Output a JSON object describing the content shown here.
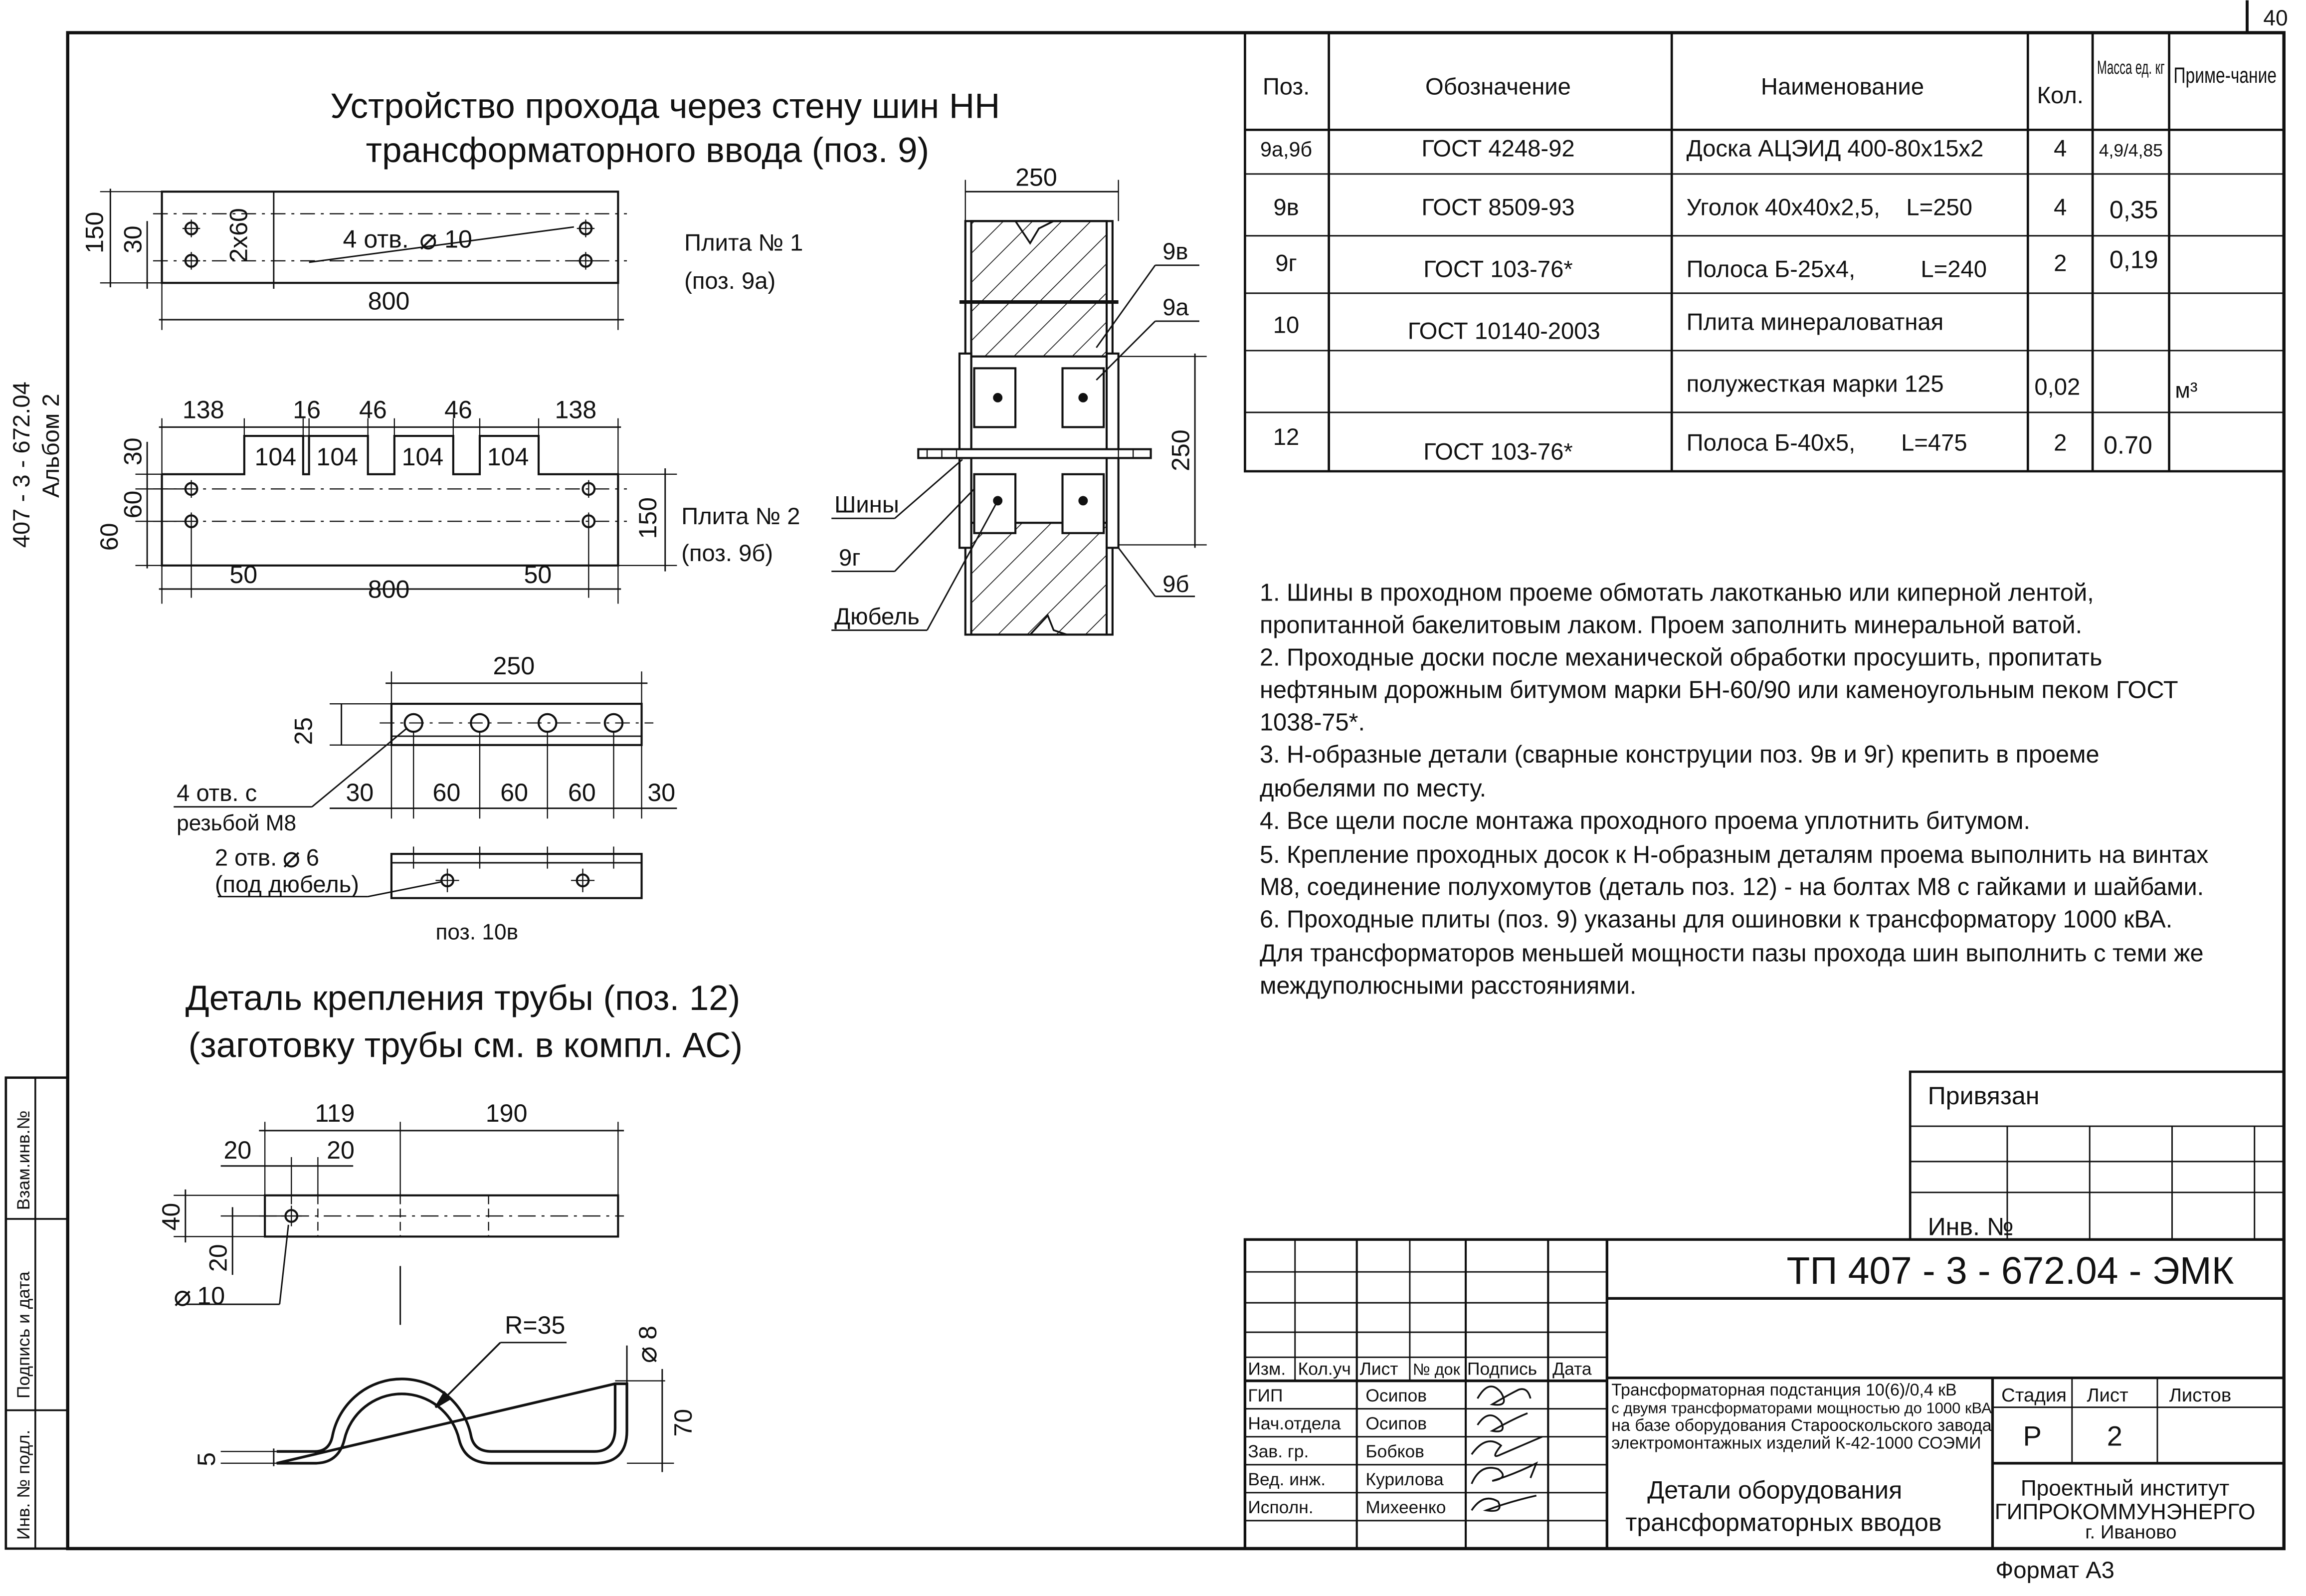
{
  "page_number": "40",
  "side_code": "407 - 3 - 672.04",
  "side_album": "Альбом 2",
  "stamp_labels": [
    "Взам.инв.№",
    "Подпись и дата",
    "Инв. № подл."
  ],
  "section1": {
    "title_line1": "Устройство прохода через стену шин НН",
    "title_line2": "трансформаторного ввода (поз. 9)"
  },
  "plate1": {
    "name": "Плита № 1",
    "pos": "(поз. 9а)",
    "holes": "4 отв.",
    "hole_dia": "10",
    "dims": {
      "h150": "150",
      "h30": "30",
      "h2x60": "2х60",
      "len800": "800"
    }
  },
  "plate2": {
    "name": "Плита № 2",
    "pos": "(поз. 9б)",
    "top_dims": [
      "138",
      "16",
      "46",
      "46",
      "138"
    ],
    "slots": [
      "104",
      "104",
      "104",
      "104"
    ],
    "dims": {
      "d30": "30",
      "d60a": "60",
      "d60b": "60",
      "d150": "150",
      "d50a": "50",
      "d50b": "50",
      "len800": "800"
    }
  },
  "wall_section": {
    "top_width": "250",
    "height": "250",
    "labels": {
      "p9v": "9в",
      "p9a": "9а",
      "p9b": "9б",
      "shiny": "Шины",
      "p9g": "9г",
      "dubel": "Дюбель"
    }
  },
  "detail10v": {
    "width": "250",
    "h25": "25",
    "spacing": [
      "30",
      "60",
      "60",
      "60",
      "30"
    ],
    "holes_label1": "4 отв. с",
    "holes_label2": "резьбой М8",
    "holes2_label1": "2 отв.",
    "holes2_dia": "6",
    "holes2_label2": "(под дюбель)",
    "pos": "поз. 10в"
  },
  "section2": {
    "title_line1": "Деталь крепления трубы  (поз. 12)",
    "title_line2": "(заготовку трубы см. в компл. АС)"
  },
  "detail12": {
    "d119": "119",
    "d190": "190",
    "d20a": "20",
    "d20b": "20",
    "d40": "40",
    "d20c": "20",
    "hole_dia": "10",
    "radius": "R=35",
    "d8": "8",
    "d70": "70",
    "d5": "5"
  },
  "spec_table": {
    "headers": [
      "Поз.",
      "Обозначение",
      "Наименование",
      "Кол.",
      "Масса ед. кг",
      "Приме-чание"
    ],
    "rows": [
      {
        "pos": "9а,9б",
        "code": "ГОСТ 4248-92",
        "name": "Доска АЦЭИД 400-80х15х2",
        "qty": "4",
        "mass": "4,9/4,85",
        "note": ""
      },
      {
        "pos": "9в",
        "code": "ГОСТ 8509-93",
        "name": "Уголок 40х40х2,5,    L=250",
        "qty": "4",
        "mass": "0,35",
        "note": ""
      },
      {
        "pos": "9г",
        "code": "ГОСТ 103-76*",
        "name": "Полоса Б-25х4,          L=240",
        "qty": "2",
        "mass": "0,19",
        "note": ""
      },
      {
        "pos": "10",
        "code": "ГОСТ 10140-2003",
        "name": "Плита минераловатная",
        "qty": "",
        "mass": "",
        "note": ""
      },
      {
        "pos": "",
        "code": "",
        "name": "полужесткая марки 125",
        "qty": "0,02",
        "mass": "",
        "note": "м³"
      },
      {
        "pos": "12",
        "code": "ГОСТ 103-76*",
        "name": "Полоса Б-40х5,       L=475",
        "qty": "2",
        "mass": "0.70",
        "note": ""
      }
    ]
  },
  "notes": [
    "1. Шины в проходном проеме обмотать лакотканью или киперной лентой,",
    "пропитанной бакелитовым лаком. Проем заполнить минеральной ватой.",
    "2. Проходные доски после механической обработки просушить, пропитать",
    "нефтяным дорожным битумом марки БН-60/90 или каменоугольным пеком ГОСТ",
    "1038-75*.",
    "3. Н-образные детали (сварные конструции поз. 9в и 9г) крепить в проеме",
    "дюбелями по месту.",
    "4. Все щели после монтажа проходного проема уплотнить битумом.",
    "5. Крепление проходных досок к Н-образным деталям проема выполнить на винтах",
    "М8, соединение полухомутов (деталь поз. 12) - на болтах М8 с гайками и шайбами.",
    "6. Проходные плиты (поз. 9) указаны для ошиновки к трансформатору 1000 кВА.",
    "Для трансформаторов меньшей мощности пазы прохода шин выполнить с теми же",
    "междуполюсными расстояниями."
  ],
  "binding": {
    "label": "Привязан",
    "inv": "Инв. №"
  },
  "title_block": {
    "doc_code": "ТП 407 - 3 - 672.04 - ЭМК",
    "col_headers": [
      "Изм.",
      "Кол.уч",
      "Лист",
      "№ док",
      "Подпись",
      "Дата"
    ],
    "staff": [
      {
        "role": "ГИП",
        "name": "Осипов"
      },
      {
        "role": "Нач.отдела",
        "name": "Осипов"
      },
      {
        "role": "Зав. гр.",
        "name": "Бобков"
      },
      {
        "role": "Вед. инж.",
        "name": "Курилова"
      },
      {
        "role": "Исполн.",
        "name": "Михеенко"
      }
    ],
    "project_lines": [
      "Трансформаторная подстанция 10(6)/0,4 кВ",
      "с двумя трансформаторами мощностью до 1000 кВА",
      "на базе оборудования Старооскольского завода",
      "электромонтажных изделий К-42-1000 СОЭМИ"
    ],
    "sheet_title_line1": "Детали оборудования",
    "sheet_title_line2": "трансформаторных вводов",
    "stage_label": "Стадия",
    "sheet_label": "Лист",
    "sheets_label": "Листов",
    "stage": "Р",
    "sheet": "2",
    "org_line1": "Проектный институт",
    "org_line2": "ГИПРОКОММУНЭНЕРГО",
    "org_line3": "г. Иваново"
  },
  "format": "Формат А3"
}
